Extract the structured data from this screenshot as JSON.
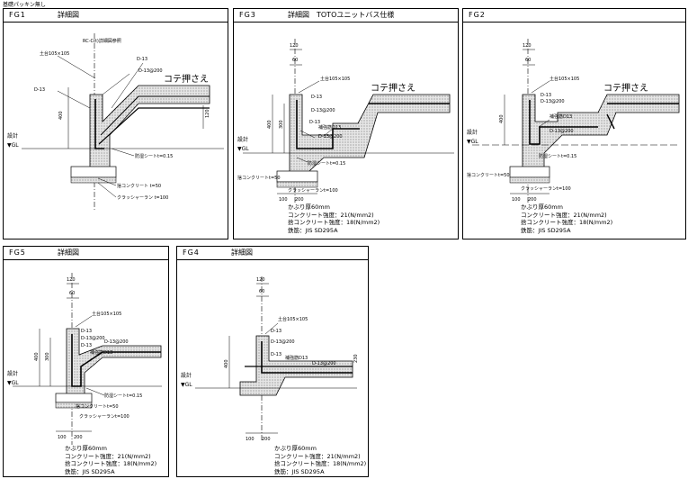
{
  "page_label": "基礎パッキン無し",
  "panels": [
    {
      "id": "FG1",
      "title": "詳細図",
      "labels": {
        "top_note": "RC-C(t)詳細図参照",
        "sill": "土台105×105",
        "d13a": "D-13",
        "d13b": "D-13",
        "d13c": "D-13@200",
        "kote": "コテ押さえ",
        "dim_400": "400",
        "dim_120": "120",
        "sekkei": "設計",
        "gl": "▼GL",
        "moisture": "防湿シートt=0.15",
        "leveling": "捨コンクリート t=50",
        "gravel": "クラッシャーラン t=100"
      },
      "notes": []
    },
    {
      "id": "FG3",
      "title": "詳細図　TOTOユニットバス仕様",
      "labels": {
        "dim_120": "120",
        "dim_60": "60",
        "sill": "土台105×105",
        "d13a": "D-13",
        "d13b": "D-13@200",
        "d13c": "D-13",
        "rebar": "補強筋D13",
        "d13d": "D-13@200",
        "kote": "コテ押さえ",
        "dim_400": "400",
        "dim_300": "300",
        "sekkei": "設計",
        "gl": "▼GL",
        "moisture": "防湿シートt=0.15",
        "leveling": "捨コンクリートt=50",
        "gravel": "クラッシャーランt=100",
        "dim_100": "100",
        "dim_200": "200"
      },
      "notes": [
        "かぶり厚60mm",
        "コンクリート強度：21(N/mm2)",
        "捨コンクリート強度：18(N/mm2)",
        "鉄筋：JIS SD295A"
      ]
    },
    {
      "id": "FG2",
      "title": "",
      "labels": {
        "dim_120": "120",
        "dim_60": "60",
        "sill": "土台105×105",
        "d13a": "D-13",
        "d13b": "D-13@200",
        "rebar": "補強筋D13",
        "d13c": "D-13@200",
        "kote": "コテ押さえ",
        "dim_400": "400",
        "sekkei": "設計",
        "gl": "▼GL",
        "moisture": "防湿シートt=0.15",
        "leveling": "捨コンクリートt=50",
        "gravel": "クラッシャーランt=100",
        "dim_100": "100",
        "dim_200": "200"
      },
      "notes": [
        "かぶり厚60mm",
        "コンクリート強度：21(N/mm2)",
        "捨コンクリート強度：18(N/mm2)",
        "鉄筋：JIS SD295A"
      ]
    },
    {
      "id": "FG5",
      "title": "詳細図",
      "labels": {
        "dim_120": "120",
        "dim_60": "60",
        "sill": "土台105×105",
        "d13a": "D-13",
        "d13b": "D-13@200",
        "d13c": "D-13",
        "rebar": "補強筋D13",
        "d13d": "D-13@200",
        "dim_400": "400",
        "dim_300": "300",
        "sekkei": "設計",
        "gl": "▼GL",
        "moisture": "防湿シートt=0.15",
        "leveling": "捨コンクリートt=50",
        "gravel": "クラッシャーランt=100",
        "dim_100": "100",
        "dim_200": "200"
      },
      "notes": [
        "かぶり厚60mm",
        "コンクリート強度：21(N/mm2)",
        "捨コンクリート強度：18(N/mm2)",
        "鉄筋：JIS SD295A"
      ]
    },
    {
      "id": "FG4",
      "title": "詳細図",
      "labels": {
        "dim_120": "120",
        "dim_60": "60",
        "sill": "土台105×105",
        "d13a": "D-13",
        "d13b": "D-13@200",
        "d13c": "D-13",
        "rebar": "補強筋D13",
        "d13d": "D-13@200",
        "dim_400": "400",
        "dim_230": "230",
        "sekkei": "設計",
        "gl": "▼GL",
        "dim_100": "100",
        "dim_200": "200"
      },
      "notes": [
        "かぶり厚60mm",
        "コンクリート強度：21(N/mm2)",
        "捨コンクリート強度：18(N/mm2)",
        "鉄筋：JIS SD295A"
      ]
    }
  ]
}
